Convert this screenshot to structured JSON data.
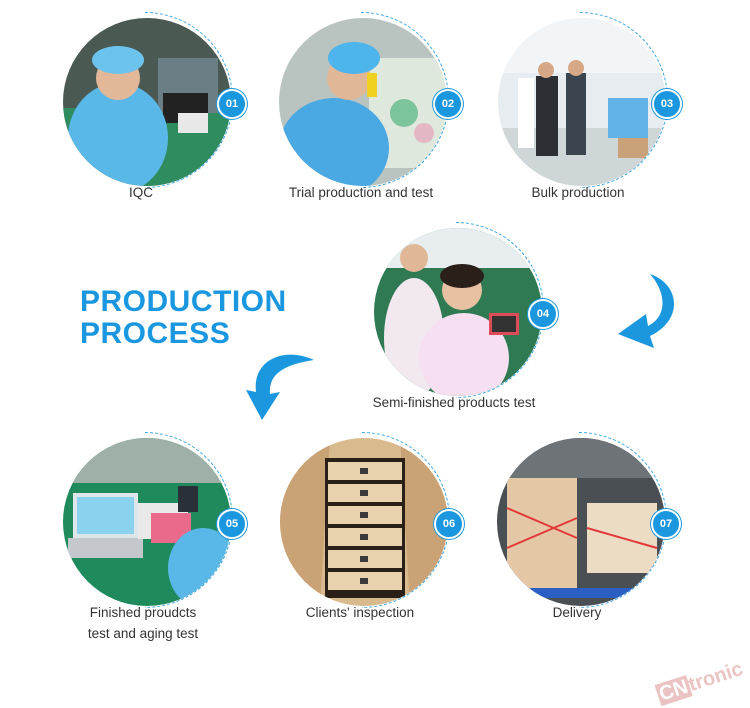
{
  "title": {
    "line1": "PRODUCTION",
    "line2": "PROCESS"
  },
  "steps": [
    {
      "number": "01",
      "label": "IQC"
    },
    {
      "number": "02",
      "label": "Trial production and test"
    },
    {
      "number": "03",
      "label": "Bulk production"
    },
    {
      "number": "04",
      "label": "Semi-finished products test"
    },
    {
      "number": "05",
      "label_line1": "Finished proudcts",
      "label_line2": "test and aging test"
    },
    {
      "number": "06",
      "label": "Clients' inspection"
    },
    {
      "number": "07",
      "label": "Delivery"
    }
  ],
  "watermark": {
    "prefix": "CN",
    "text": "tronic"
  },
  "colors": {
    "accent": "#1b97df",
    "dashed_ring": "#36a3e0"
  },
  "icons": {
    "arrow_right": "curved-arrow-down-left",
    "arrow_left": "curved-arrow-down-right"
  }
}
